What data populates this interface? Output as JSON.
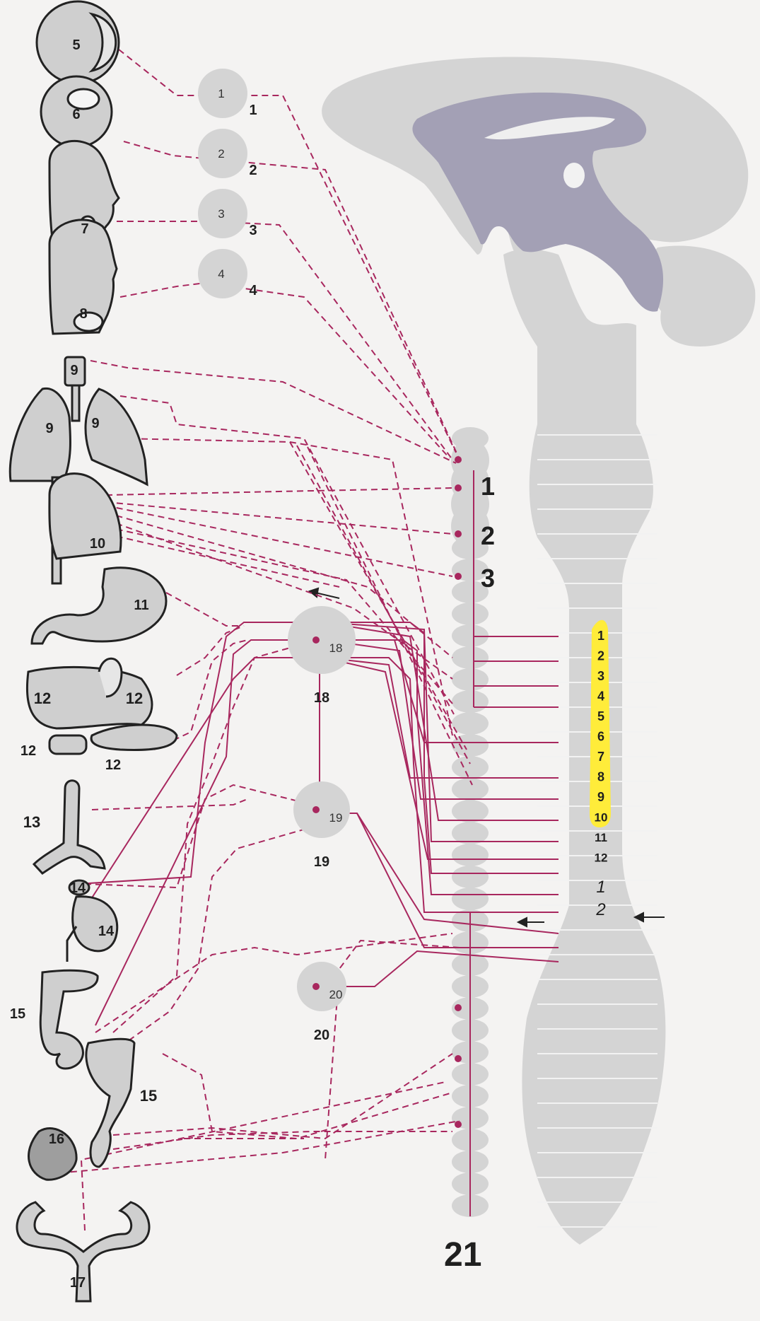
{
  "colors": {
    "background": "#f4f3f2",
    "spinal_gray": "#d4d4d4",
    "brain_purple": "#a3a0b5",
    "nerve_magenta": "#a8275e",
    "segment_highlight": "#ffec3a",
    "organ_fill": "#cfcfcf",
    "label_ink": "#1f1f1f"
  },
  "organs": [
    {
      "number": "5",
      "icon": "eye-icon"
    },
    {
      "number": "6",
      "icon": "eyeball-gland-icon"
    },
    {
      "number": "7",
      "icon": "head-profile-gland-icon"
    },
    {
      "number": "8",
      "icon": "head-salivary-gland-icon"
    },
    {
      "number": "9",
      "icon": "trachea-icon"
    },
    {
      "number": "9",
      "icon": "lungs-icon"
    },
    {
      "number": "9",
      "icon": "lungs-icon"
    },
    {
      "number": "10",
      "icon": "heart-icon"
    },
    {
      "number": "11",
      "icon": "stomach-icon"
    },
    {
      "number": "12",
      "icon": "liver-icon"
    },
    {
      "number": "12",
      "icon": "gallbladder-icon"
    },
    {
      "number": "12",
      "icon": "duodenum-icon"
    },
    {
      "number": "12",
      "icon": "pancreas-icon"
    },
    {
      "number": "13",
      "icon": "blood-vessel-icon"
    },
    {
      "number": "14",
      "icon": "adrenal-icon"
    },
    {
      "number": "14",
      "icon": "kidney-icon"
    },
    {
      "number": "15",
      "icon": "colon-icon"
    },
    {
      "number": "15",
      "icon": "sigmoid-colon-icon"
    },
    {
      "number": "16",
      "icon": "bladder-icon"
    },
    {
      "number": "17",
      "icon": "uterus-icon"
    }
  ],
  "head_ganglia": [
    {
      "inner": "1",
      "outer": "1"
    },
    {
      "inner": "2",
      "outer": "2"
    },
    {
      "inner": "3",
      "outer": "3"
    },
    {
      "inner": "4",
      "outer": "4"
    }
  ],
  "prevertebral_ganglia": [
    {
      "inner": "18",
      "outer": "18"
    },
    {
      "inner": "19",
      "outer": "19"
    },
    {
      "inner": "20",
      "outer": "20"
    }
  ],
  "cervical_ganglia": [
    "1",
    "2",
    "3"
  ],
  "thoracic_segments": [
    "1",
    "2",
    "3",
    "4",
    "5",
    "6",
    "7",
    "8",
    "9",
    "10",
    "11",
    "12"
  ],
  "lumbar_segments": [
    "1",
    "2"
  ],
  "trunk_label": "21"
}
